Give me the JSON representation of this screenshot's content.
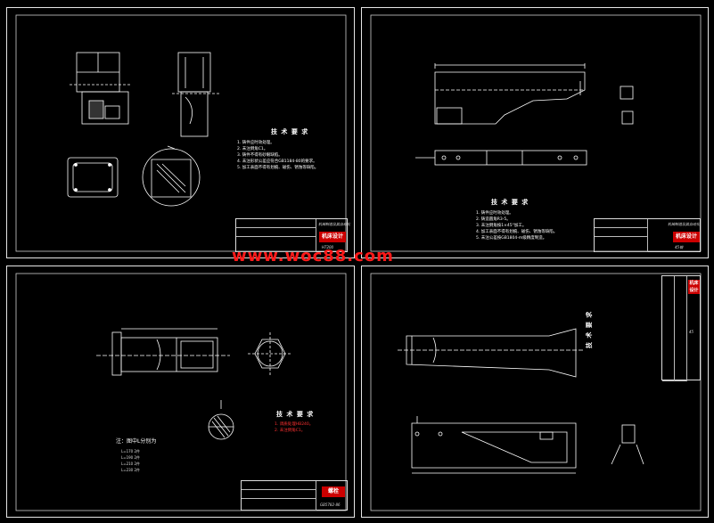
{
  "watermark": "www.woc88.com",
  "sheet1": {
    "tech_title": "技 术 要 求",
    "tech_lines": [
      "1. 铸件应时效处理。",
      "2. 未注倒角C1。",
      "3. 铸件不得有砂眼缺陷。",
      "4. 未注形状公差应符合GB1184-80的要求。",
      "5. 加工表面不得有划痕、碰伤、锈蚀等缺陷。"
    ],
    "stamp": "机床设计",
    "school": "机械制造及其自动化",
    "code": "HT200"
  },
  "sheet2": {
    "tech_title": "技 术 要 求",
    "tech_lines": [
      "1. 铸件应时效处理。",
      "2. 铸造圆角R3-5。",
      "3. 未注倒角按1×45°加工。",
      "4. 加工表面不得有划痕、碰伤、锈蚀等缺陷。",
      "5. 未注公差按GB1804-m级精度制造。"
    ],
    "stamp": "机床设计",
    "school": "机械制造及其自动化",
    "code": "45钢"
  },
  "sheet3": {
    "note_title": "注：图中L分别为",
    "note_lines": [
      "L=170  2件",
      "L=190  2件",
      "L=210  2件",
      "L=230  2件"
    ],
    "tech_title": "技 术 要 求",
    "tech_lines": [
      "1. 调质处理HB240。",
      "2. 未注倒角C1。"
    ],
    "stamp": "螺栓",
    "code": "GB5782-86"
  },
  "sheet4": {
    "tech_title": "技 术 要 求",
    "stamp": "机床设计",
    "code": "45"
  }
}
